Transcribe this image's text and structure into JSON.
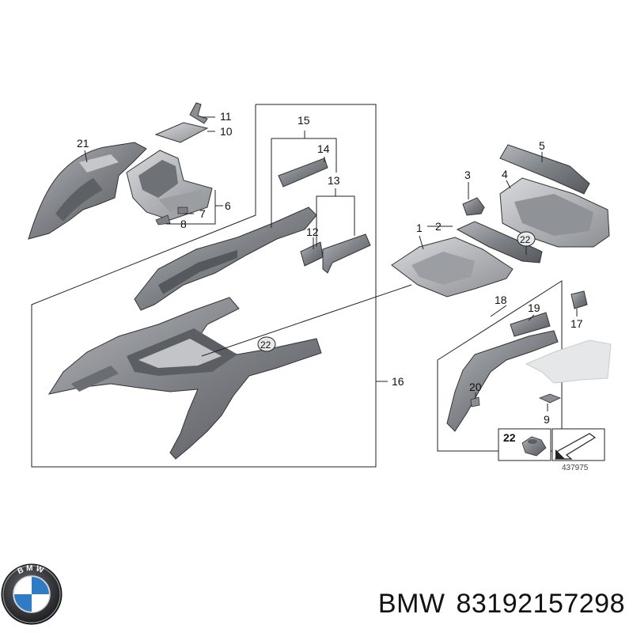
{
  "callouts": {
    "c1": "1",
    "c2": "2",
    "c3": "3",
    "c4": "4",
    "c5": "5",
    "c6": "6",
    "c7": "7",
    "c8": "8",
    "c9": "9",
    "c10": "10",
    "c11": "11",
    "c12": "12",
    "c13": "13",
    "c14": "14",
    "c15": "15",
    "c16": "16",
    "c17": "17",
    "c18": "18",
    "c19": "19",
    "c20": "20",
    "c21": "21",
    "c22a": "22",
    "c22b": "22",
    "c22legend": "22"
  },
  "diagram_ref": "437975",
  "brand": {
    "name": "BMW",
    "part_number": "83192157298",
    "logo_text": "BMW"
  },
  "colors": {
    "part_fill": "#8a8d91",
    "part_dark": "#5b5e62",
    "part_light": "#c9cbce",
    "line": "#222222",
    "logo_blue": "#2f7bc4"
  }
}
